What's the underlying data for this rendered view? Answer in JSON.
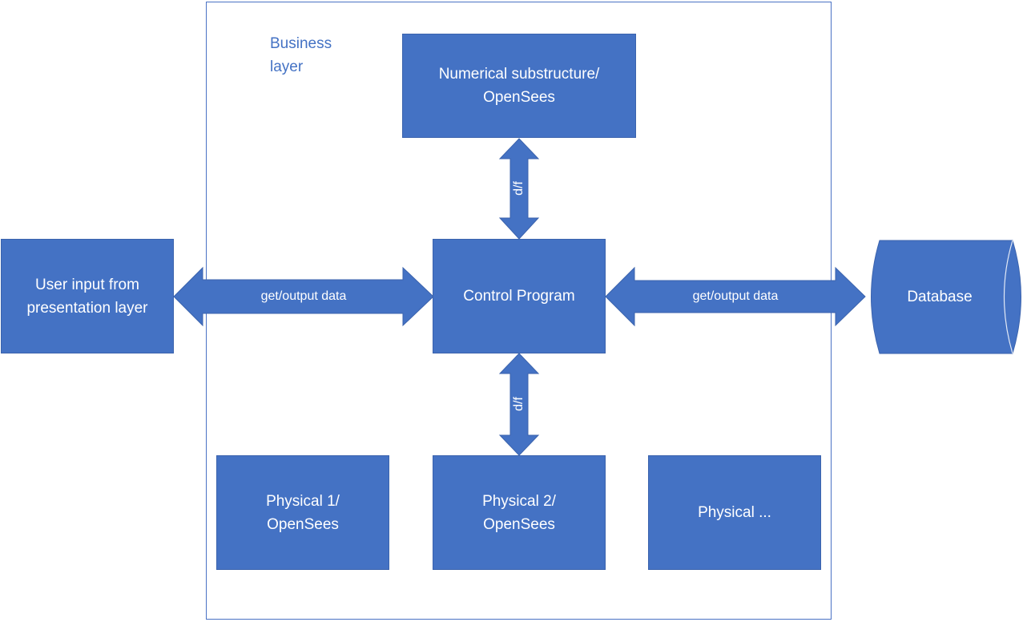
{
  "business_layer": {
    "label_line1": "Business",
    "label_line2": "layer"
  },
  "nodes": {
    "numerical": {
      "line1": "Numerical substructure/",
      "line2": "OpenSees"
    },
    "user_input": {
      "line1": "User input from",
      "line2": "presentation layer"
    },
    "control": {
      "line1": "Control Program"
    },
    "database": {
      "line1": "Database"
    },
    "physical1": {
      "line1": "Physical 1/",
      "line2": "OpenSees"
    },
    "physical2": {
      "line1": "Physical 2/",
      "line2": "OpenSees"
    },
    "physical_more": {
      "line1": "Physical ..."
    }
  },
  "edges": {
    "user_to_control": "get/output data",
    "control_to_database": "get/output data",
    "numerical_to_control": "d/f",
    "control_to_physical2": "d/f"
  },
  "colors": {
    "box_fill": "#4472c4",
    "arrow_fill": "#4472c4",
    "frame_stroke": "#4a72c4",
    "label_text": "#4472c4"
  }
}
